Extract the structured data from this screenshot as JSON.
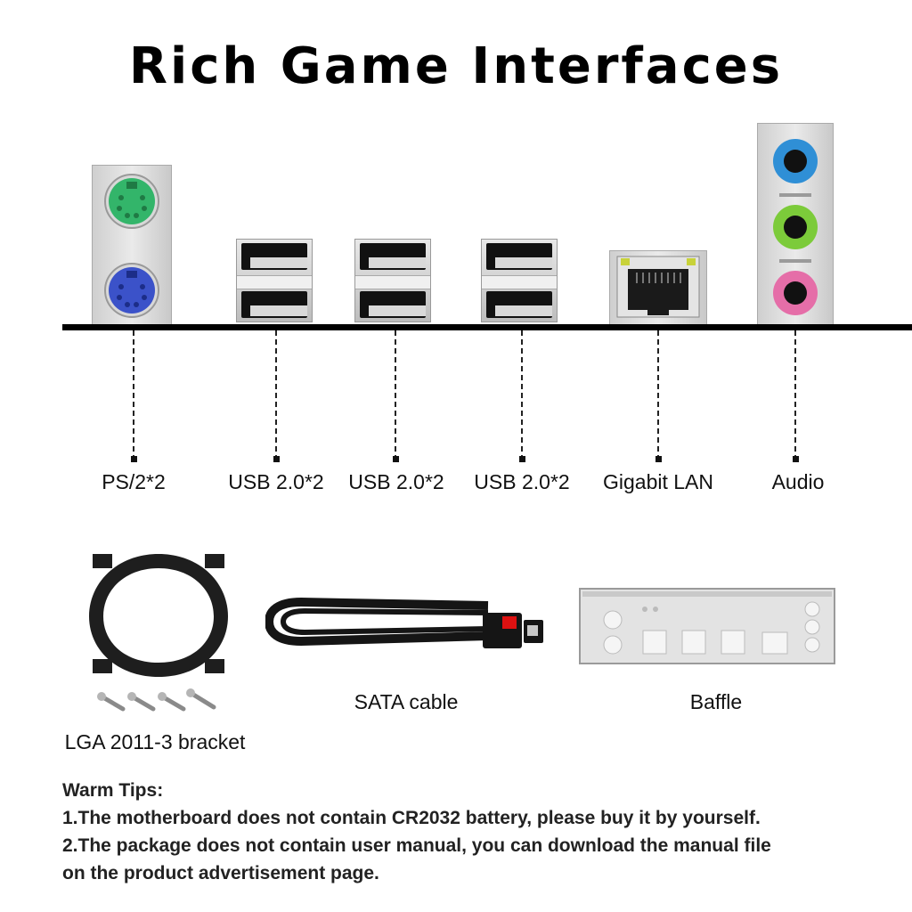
{
  "title": "Rich Game Interfaces",
  "ports": [
    {
      "label": "PS/2*2",
      "icon": "ps2-ports-icon"
    },
    {
      "label": "USB 2.0*2",
      "icon": "usb-ports-icon"
    },
    {
      "label": "USB 2.0*2",
      "icon": "usb-ports-icon"
    },
    {
      "label": "USB 2.0*2",
      "icon": "usb-ports-icon"
    },
    {
      "label": "Gigabit LAN",
      "icon": "lan-port-icon"
    },
    {
      "label": "Audio",
      "icon": "audio-jacks-icon"
    }
  ],
  "accessories": [
    {
      "label": "LGA 2011-3 bracket",
      "icon": "cpu-bracket-icon"
    },
    {
      "label": "SATA cable",
      "icon": "sata-cable-icon"
    },
    {
      "label": "Baffle",
      "icon": "io-shield-icon"
    }
  ],
  "tips": {
    "heading": "Warm Tips:",
    "line1": "1.The motherboard does not contain CR2032 battery, please buy it by yourself.",
    "line2": "2.The package does not contain user manual, you can download the manual file",
    "line3": "on the product advertisement page."
  },
  "colors": {
    "ps2_keyboard": "#33b56a",
    "ps2_mouse": "#3b52c9",
    "audio_line_in": "#2f8fd6",
    "audio_line_out": "#7ccb3a",
    "audio_mic": "#e56ea8",
    "lan_led": "#c8d23a"
  }
}
